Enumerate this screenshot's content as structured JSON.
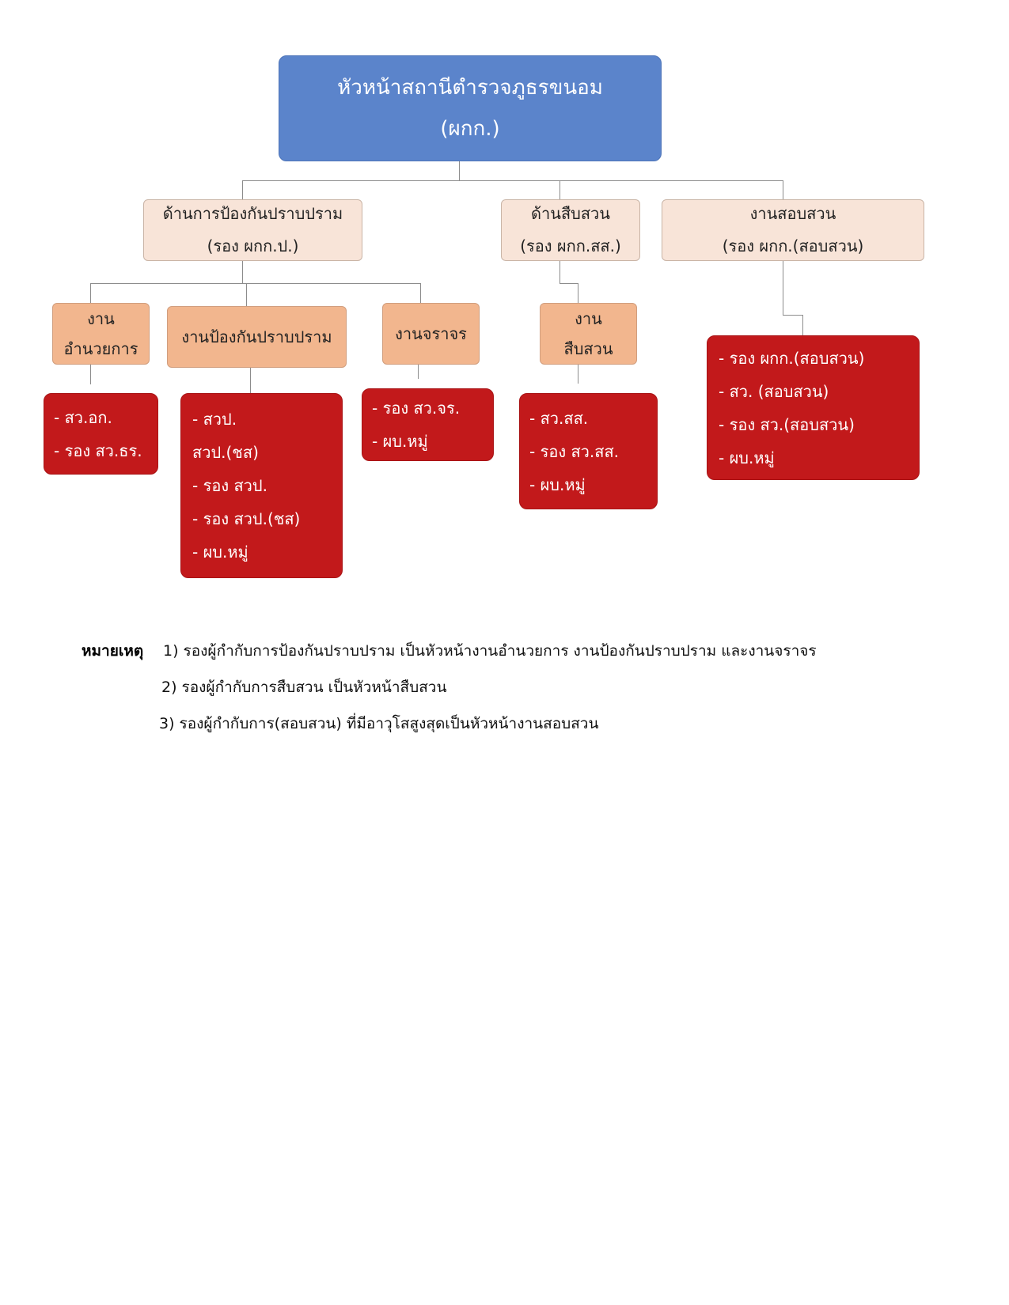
{
  "chief": {
    "line1": "หัวหน้าสถานีตำรวจภูธรขนอม",
    "line2": "(ผกก.)"
  },
  "divisions": [
    {
      "line1": "ด้านการป้องกันปราบปราม",
      "line2": "(รอง ผกก.ป.)"
    },
    {
      "line1": "ด้านสืบสวน",
      "line2": "(รอง ผกก.สส.)"
    },
    {
      "line1": "งานสอบสวน",
      "line2": "(รอง ผกก.(สอบสวน)"
    }
  ],
  "units": [
    {
      "line1": "งาน",
      "line2": "อำนวยการ"
    },
    {
      "line1": "งานป้องกันปราบปราม"
    },
    {
      "line1": "งานจราจร"
    },
    {
      "line1": "งาน",
      "line2": "สืบสวน"
    }
  ],
  "staff": [
    [
      "- สว.อก.",
      "- รอง สว.ธร."
    ],
    [
      "- สวป.",
      "สวป.(ชส)",
      "- รอง สวป.",
      "- รอง สวป.(ชส)",
      "- ผบ.หมู่"
    ],
    [
      "- รอง สว.จร.",
      "- ผบ.หมู่"
    ],
    [
      "- สว.สส.",
      "- รอง สว.สส.",
      "- ผบ.หมู่"
    ],
    [
      "- รอง ผกก.(สอบสวน)",
      "- สว. (สอบสวน)",
      "- รอง สว.(สอบสวน)",
      "- ผบ.หมู่"
    ]
  ],
  "notes": {
    "label": "หมายเหตุ",
    "items": [
      "1) รองผู้กำกับการป้องกันปราบปราม เป็นหัวหน้างานอำนวยการ งานป้องกันปราบปราม และงานจราจร",
      "2) รองผู้กำกับการสืบสวน เป็นหัวหน้าสืบสวน",
      "3) รองผู้กำกับการ(สอบสวน) ที่มีอาวุโสสูงสุดเป็นหัวหน้างานสอบสวน"
    ]
  },
  "colors": {
    "chief": "#5b84cb",
    "division": "#f8e4d8",
    "unit": "#f2b68e",
    "staff": "#c2191b"
  }
}
